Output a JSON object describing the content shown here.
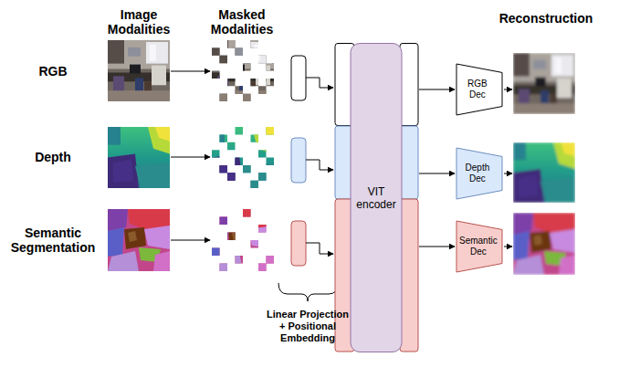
{
  "diagram": {
    "nodes": [
      {
        "text": [
          "VIT encoder"
        ]
      },
      {
        "text": [
          "RGB Dec"
        ]
      },
      {
        "text": [
          "Depth Dec"
        ]
      },
      {
        "text": [
          "Semantic Dec"
        ]
      }
    ],
    "edges": [
      {
        "from": 0,
        "to": 1,
        "arrow": "to"
      },
      {
        "from": 0,
        "to": 2,
        "arrow": "to"
      },
      {
        "from": 0,
        "to": 3,
        "arrow": "to"
      }
    ],
    "labels": [
      "Image Modalities",
      "Masked Modalities",
      "Reconstruction",
      "RGB",
      "Depth",
      "Semantic Segmentation",
      "Linear Projection + Positional Embedding"
    ]
  }
}
